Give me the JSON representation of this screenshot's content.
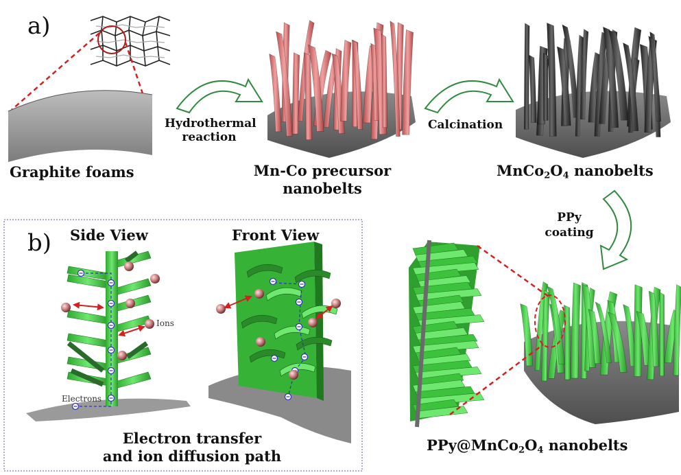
{
  "panel_a": {
    "label": "a)",
    "stages": {
      "graphite_foams": "Graphite foams",
      "precursor_line1": "Mn-Co precursor",
      "precursor_line2": "nanobelts",
      "mnco2o4_pre": "MnCo",
      "mnco2o4_sub1": "2",
      "mnco2o4_mid": "O",
      "mnco2o4_sub2": "4",
      "mnco2o4_post": " nanobelts",
      "ppy_pre": "PPy@MnCo",
      "ppy_sub1": "2",
      "ppy_mid": "O",
      "ppy_sub2": "4",
      "ppy_post": " nanobelts"
    },
    "arrows": {
      "hydrothermal_line1": "Hydrothermal",
      "hydrothermal_line2": "reaction",
      "calcination": "Calcination",
      "ppy_line1": "PPy",
      "ppy_line2": "coating"
    }
  },
  "panel_b": {
    "label": "b)",
    "side_view": "Side View",
    "front_view": "Front View",
    "ions": "Ions",
    "electrons": "Electrons",
    "caption_line1": "Electron transfer",
    "caption_line2": "and ion diffusion path"
  },
  "colors": {
    "precursor": "#e07a7a",
    "oxide": "#3a3a3a",
    "ppy": "#4fd24f",
    "arrow": "#2f8a3f",
    "dash": "#d42020",
    "substrate": "#6a6a6a",
    "frame": "#5a5ab8"
  }
}
